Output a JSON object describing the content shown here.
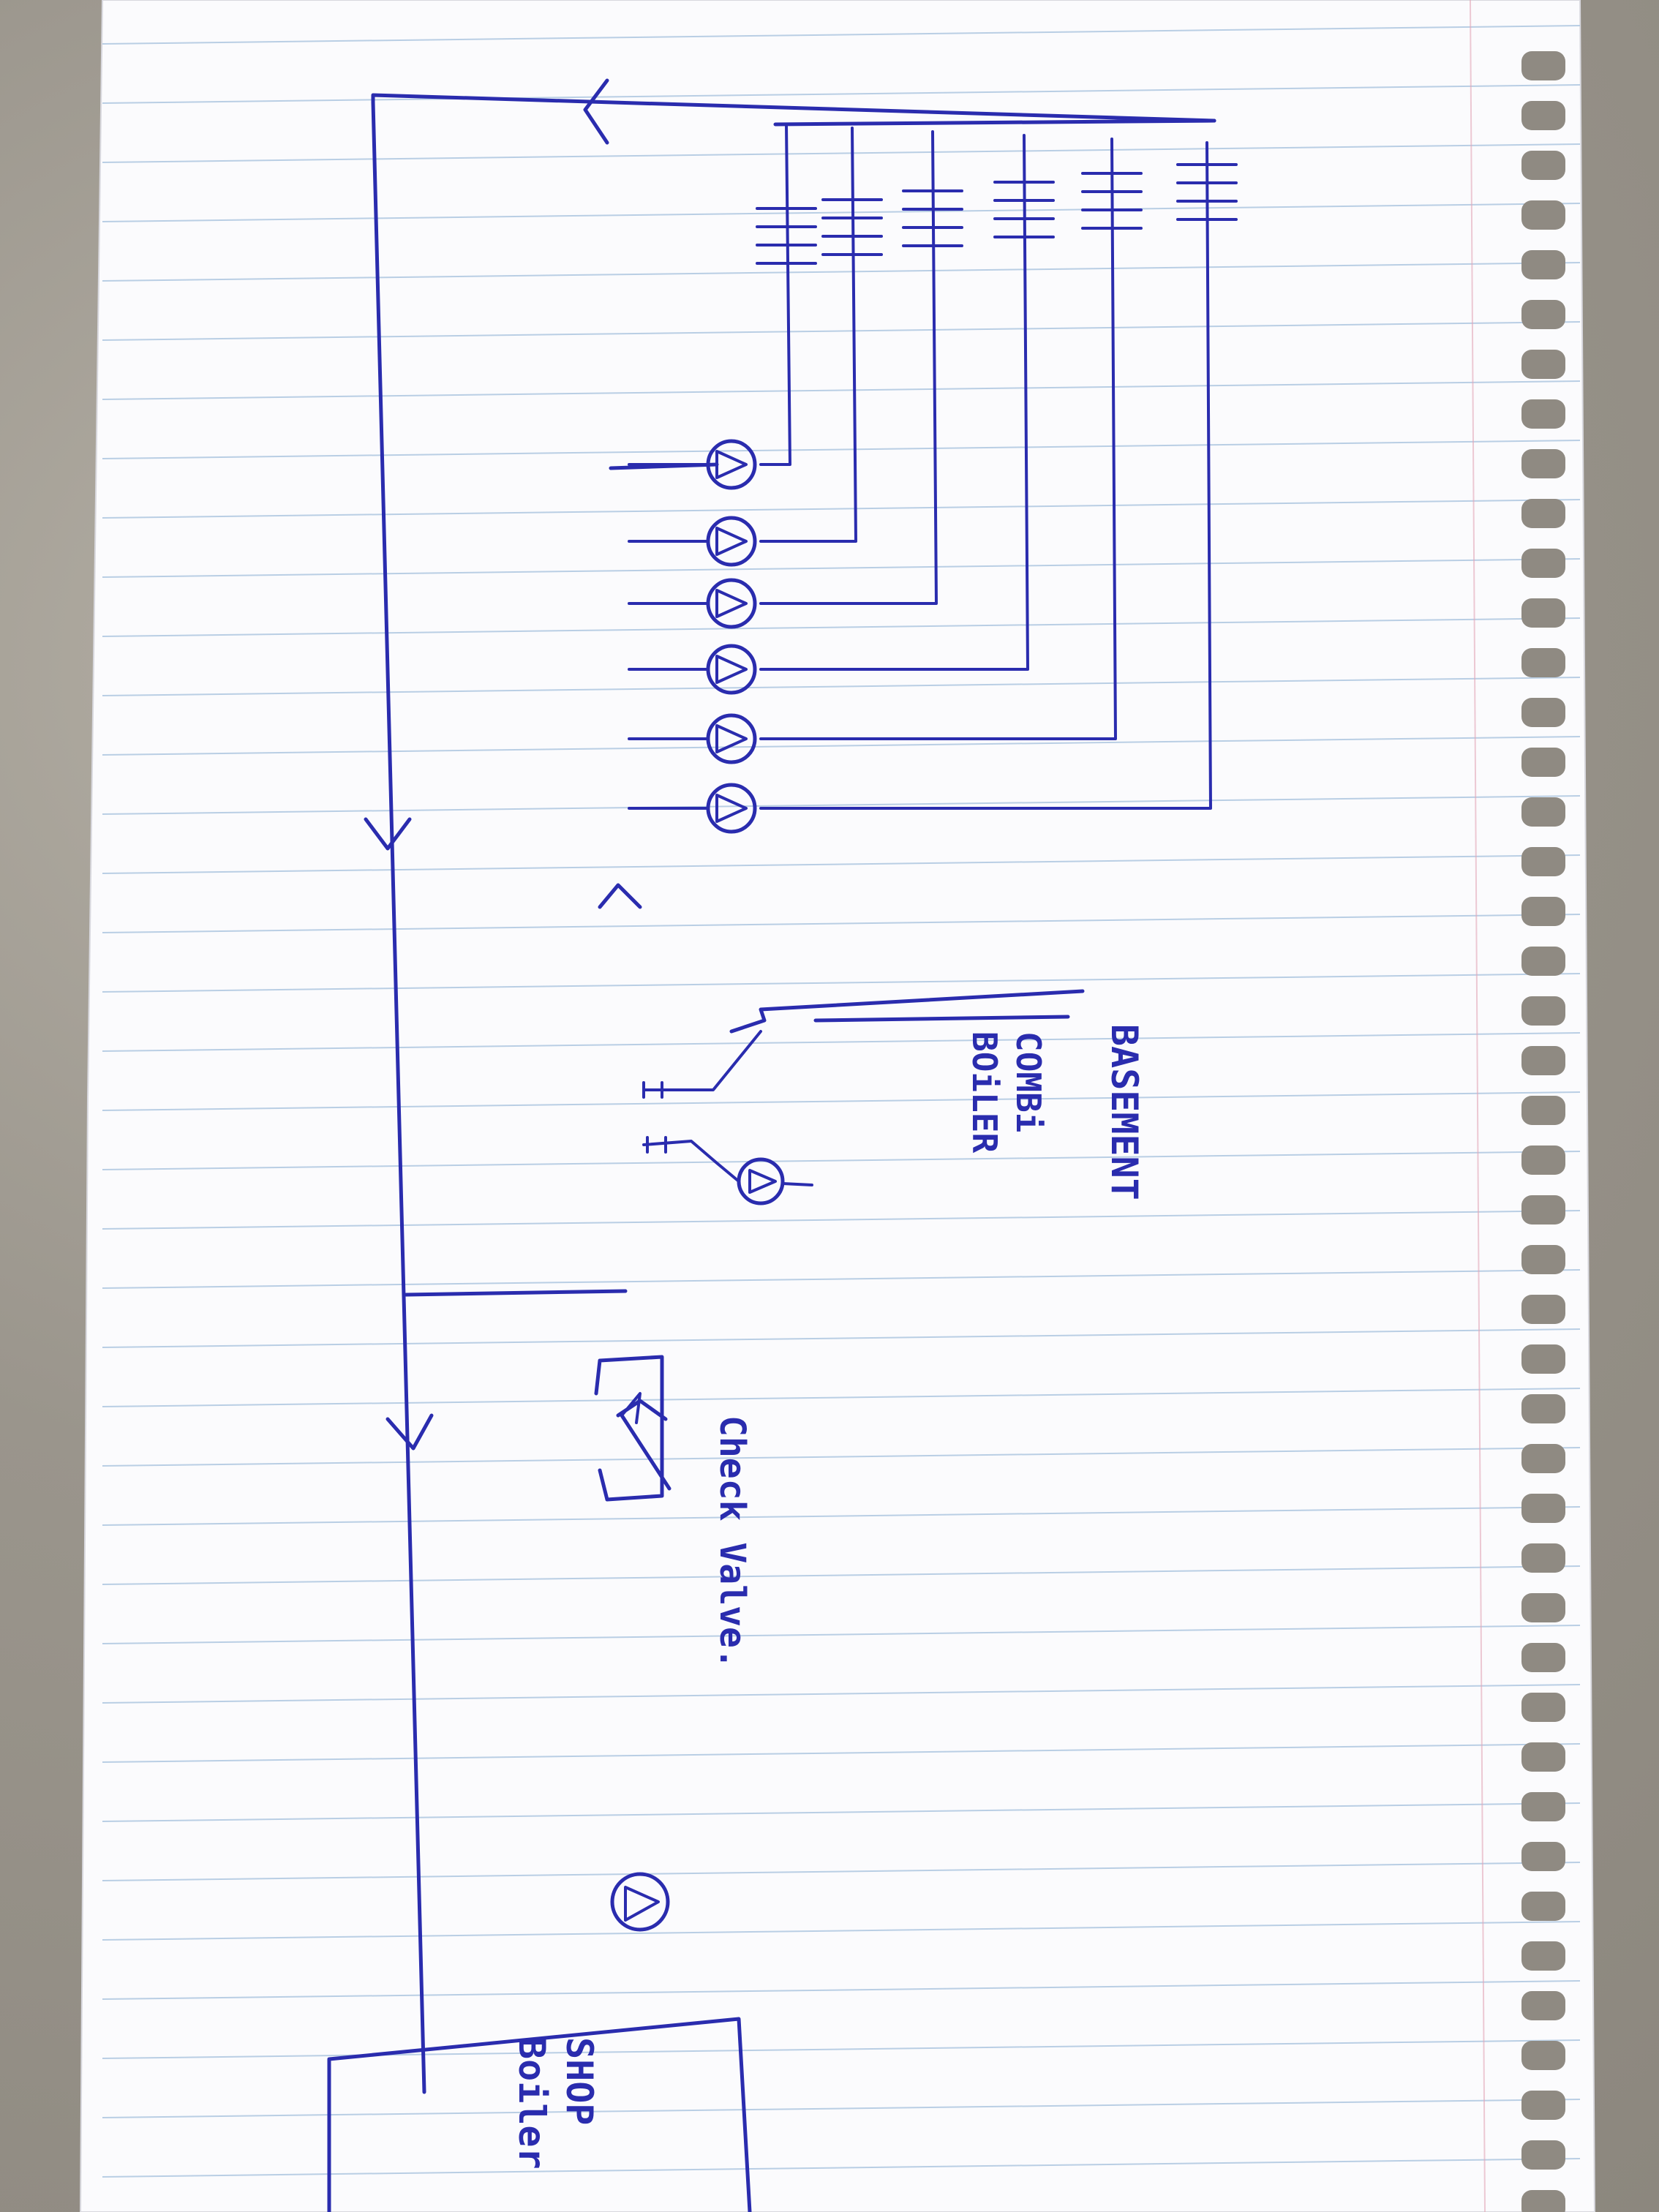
{
  "labels": {
    "basement": "BASEMENT",
    "combi_line1": "COMBi",
    "combi_line2": "BOiLER",
    "check_valve": "Check Valve.",
    "shop_line1": "SHOP",
    "shop_line2": "Boiler"
  },
  "colors": {
    "ink": "#2a2cae",
    "paper": "#fbfbfd",
    "rule_line": "#a9c4df",
    "margin_line": "#e3a7b8",
    "background": "#9c9890"
  },
  "zones": {
    "count": 6
  }
}
